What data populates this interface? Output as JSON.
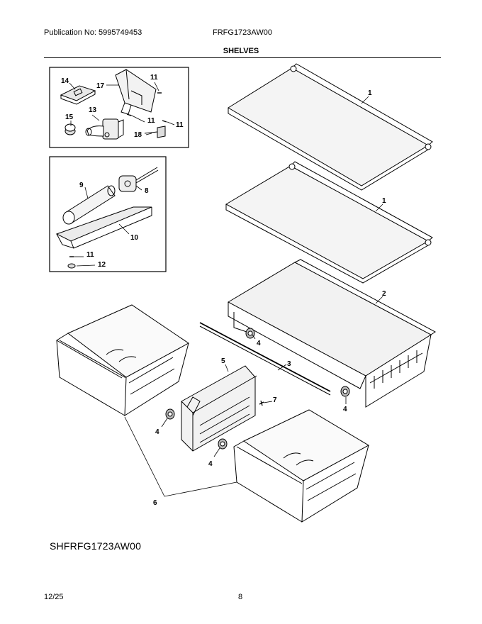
{
  "header": {
    "publication": "Publication No: 5995749453",
    "model": "FRFG1723AW00",
    "section_title": "SHELVES"
  },
  "callouts": {
    "c1a": "1",
    "c1b": "1",
    "c2": "2",
    "c3": "3",
    "c4a": "4",
    "c4b": "4",
    "c4c": "4",
    "c4d": "4",
    "c5": "5",
    "c6": "6",
    "c7": "7",
    "c8": "8",
    "c9": "9",
    "c10": "10",
    "c11a": "11",
    "c11b": "11",
    "c11c": "11",
    "c11d": "11",
    "c12": "12",
    "c13": "13",
    "c14": "14",
    "c15": "15",
    "c17": "17",
    "c18": "18"
  },
  "diagram_code": "SHFRFG1723AW00",
  "footer": {
    "date": "12/25",
    "page": "8"
  }
}
